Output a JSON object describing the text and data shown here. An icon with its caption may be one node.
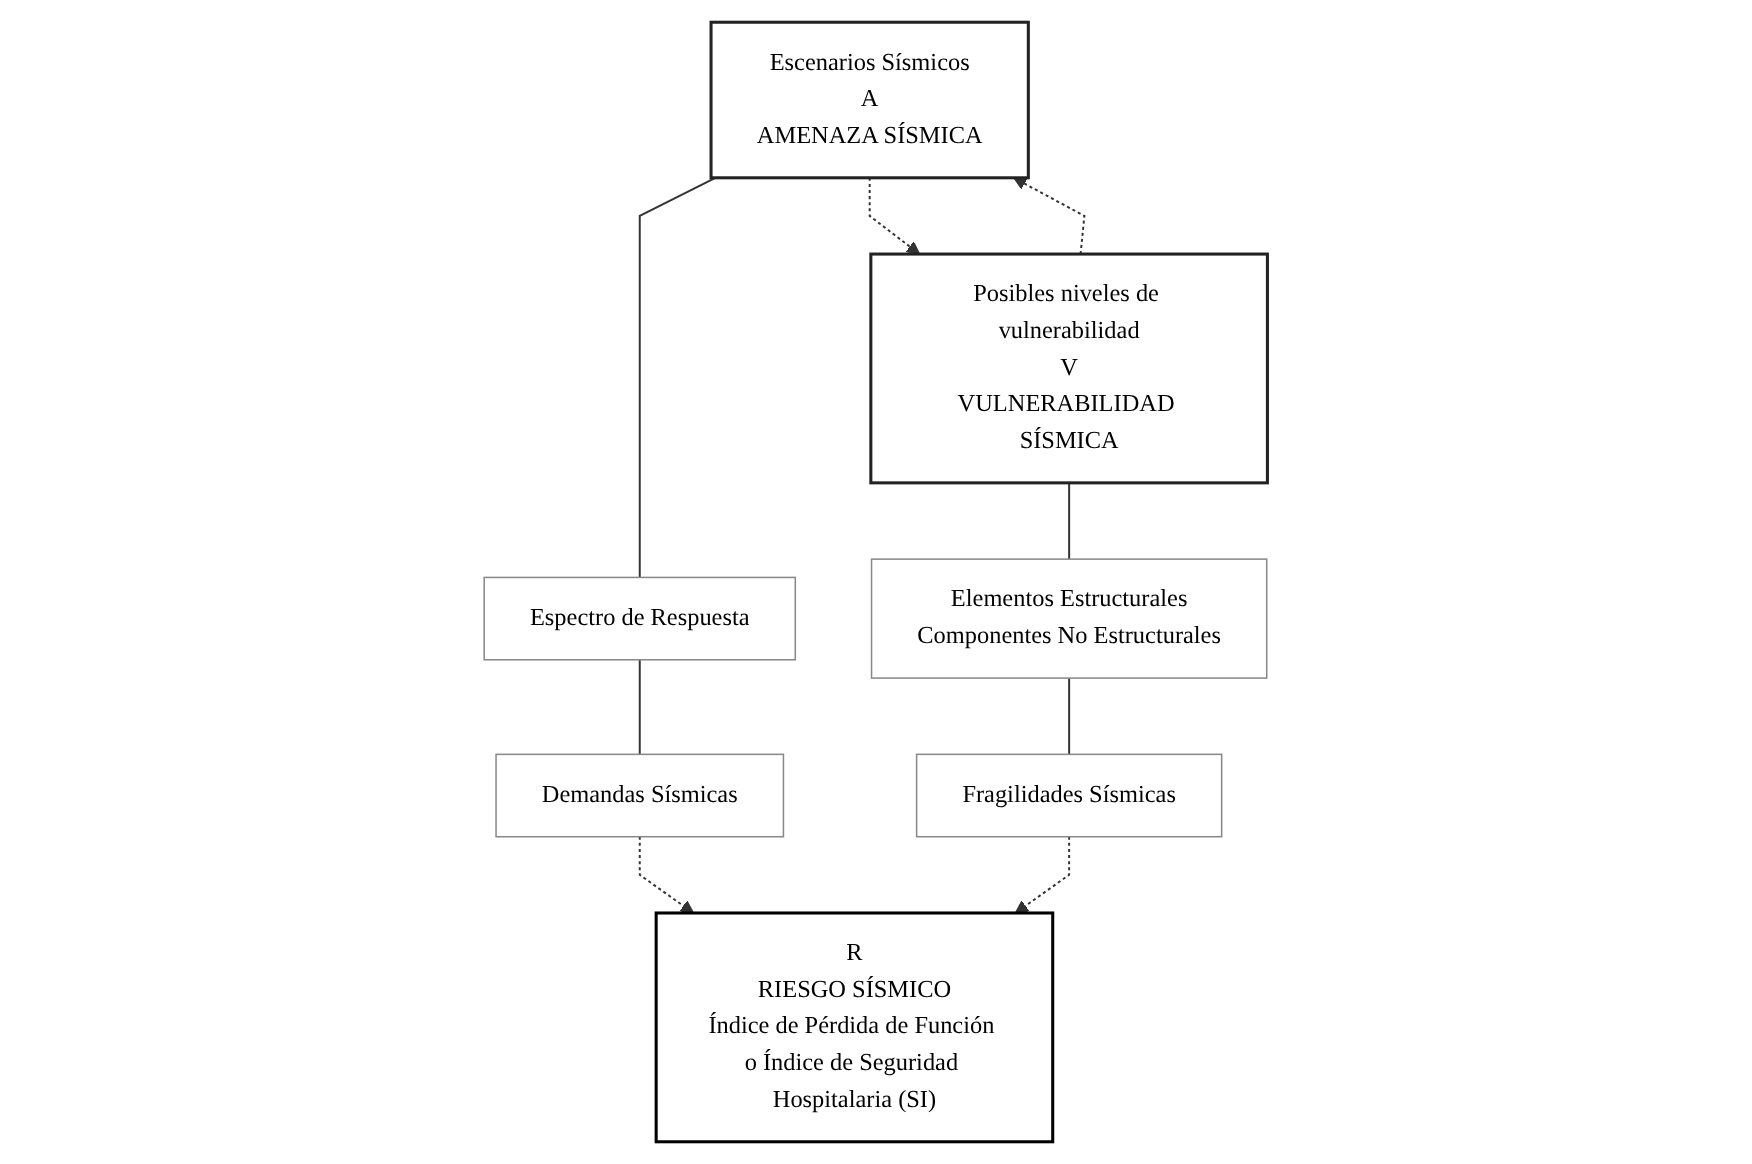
{
  "diagram": {
    "nodes": [
      {
        "text": [
          "Escenarios Sísmicos",
          "A",
          "AMENAZA SÍSMICA"
        ]
      },
      {
        "text": [
          "Posibles niveles de vulnerabilidad",
          "V",
          "VULNERABILIDAD SÍSMICA"
        ]
      },
      {
        "text": [
          "Espectro de Respuesta"
        ]
      },
      {
        "text": [
          "Elementos Estructurales",
          "Componentes No Estructurales"
        ]
      },
      {
        "text": [
          "Demandas Sísmicas"
        ]
      },
      {
        "text": [
          "Fragilidades Sísmicas"
        ]
      },
      {
        "text": [
          "R",
          "RIESGO SÍSMICO",
          "Índice de Pérdida de Función o Índice de Seguridad Hospitalaria (SI)"
        ]
      }
    ],
    "edges": [
      {
        "from": 0,
        "to": 1,
        "arrow": "to",
        "style": "dashed"
      },
      {
        "from": 1,
        "to": 0,
        "arrow": "to",
        "style": "dashed"
      },
      {
        "from": 0,
        "to": 2,
        "arrow": "none"
      },
      {
        "from": 2,
        "to": 4,
        "arrow": "none"
      },
      {
        "from": 1,
        "to": 3,
        "arrow": "none"
      },
      {
        "from": 3,
        "to": 5,
        "arrow": "none"
      },
      {
        "from": 4,
        "to": 6,
        "arrow": "to",
        "style": "dashed"
      },
      {
        "from": 5,
        "to": 6,
        "arrow": "to",
        "style": "dashed"
      }
    ]
  }
}
